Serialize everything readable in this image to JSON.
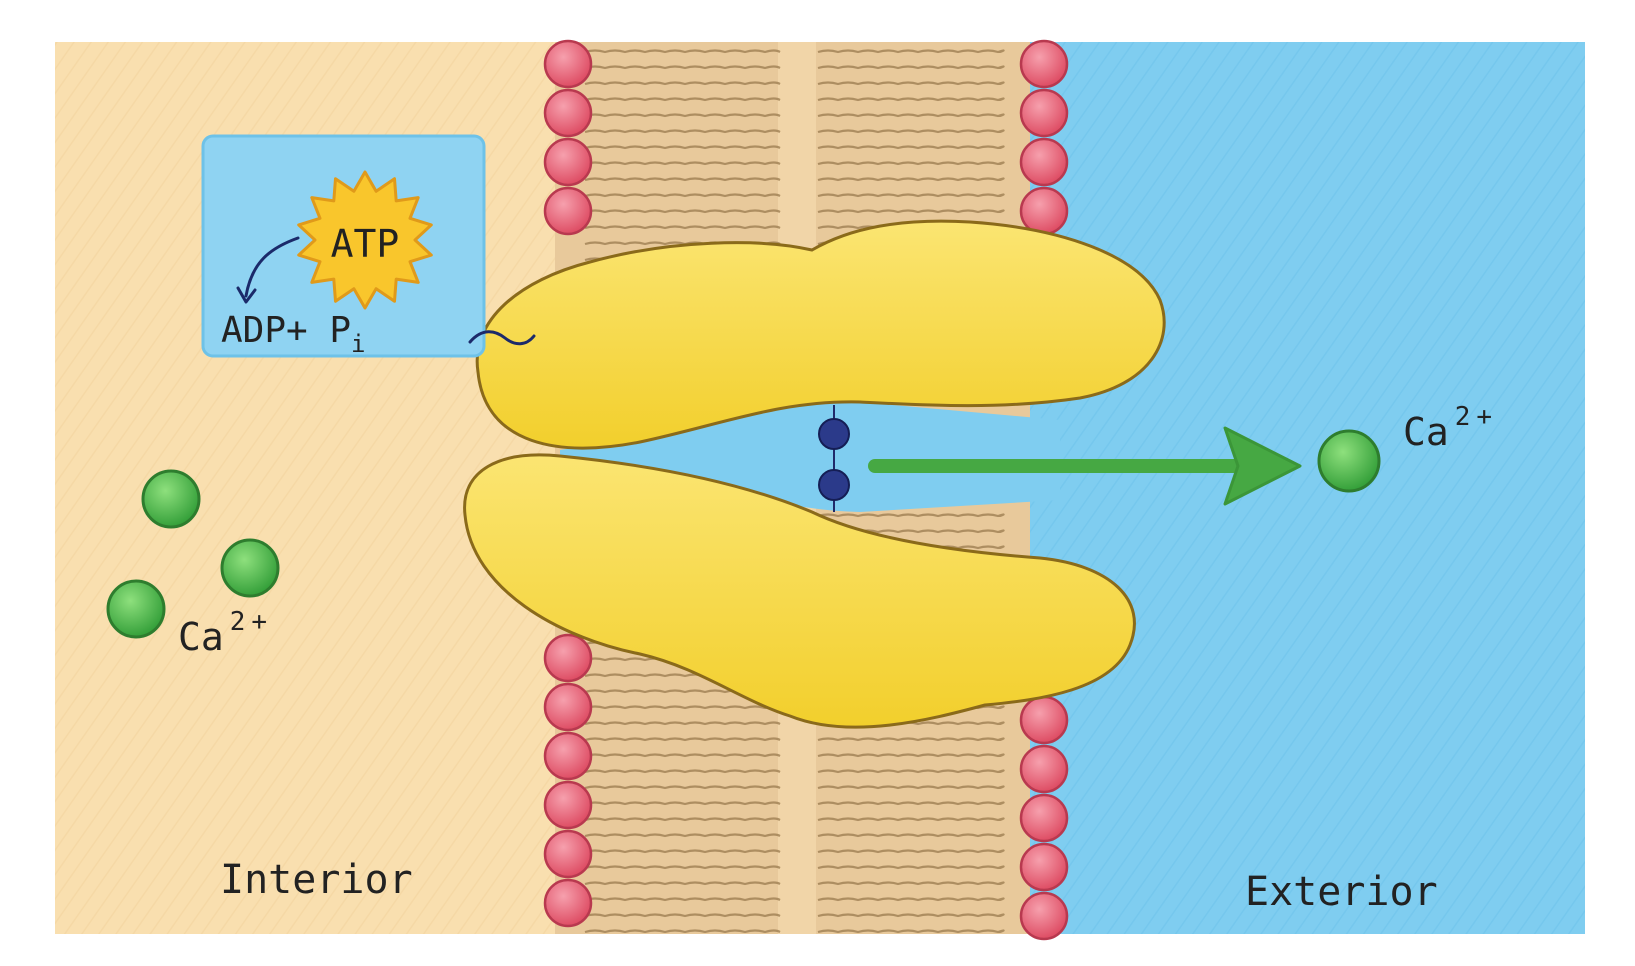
{
  "regions": {
    "interior_label": "Interior",
    "exterior_label": "Exterior"
  },
  "reaction": {
    "atp_label": "ATP",
    "adp_label": "ADP+ P",
    "pi_subscript": "i"
  },
  "ions": {
    "interior_label": "Ca",
    "interior_charge": "2+",
    "exterior_label": "Ca",
    "exterior_charge": "2+"
  },
  "colors": {
    "interior": "#f9dfaf",
    "exterior": "#7fcdf0",
    "membrane_core": "#e8c99b",
    "lipid_head": "#e8657a",
    "pump": "#f7dc45",
    "pump_outline": "#8a6a1a",
    "ion": "#4cb548",
    "arrow": "#46a843",
    "gate": "#2b3a8a",
    "box": "#8fd3f2"
  }
}
